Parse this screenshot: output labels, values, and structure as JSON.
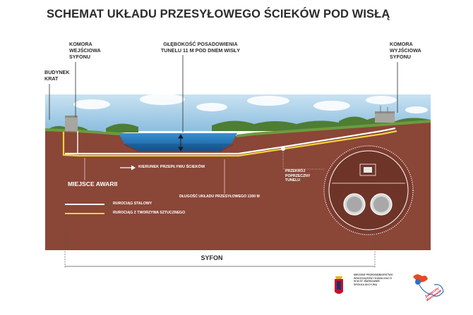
{
  "title": "SCHEMAT UKŁADU PRZESYŁOWEGO ŚCIEKÓW POD WISŁĄ",
  "callouts": {
    "budynek_krat": [
      "BUDYNEK",
      "KRAT"
    ],
    "komora_wejsciowa": [
      "KOMORA",
      "WEJŚCIOWA",
      "SYFONU"
    ],
    "glebokosc": [
      "GŁĘBOKOŚĆ POSADOWIENIA",
      "TUNELU 11 M POD DNEM WISŁY"
    ],
    "komora_wyjsciowa": [
      "KOMORA",
      "WYJŚCIOWA",
      "SYFONU"
    ]
  },
  "labels": {
    "kierunek": "KIERUNEK PRZEPŁYWU ŚCIEKÓW",
    "miejsce_awarii": "MIEJSCE AWARII",
    "dlugosc": "DŁUGOŚĆ UKŁADU PRZESYŁOWEGO 1300 M",
    "przekroj": [
      "PRZEKRÓJ",
      "POPRZECZNY",
      "TUNELU"
    ]
  },
  "legend": [
    {
      "label": "RUROCIĄG STALOWY",
      "color": "#ffffff"
    },
    {
      "label": "RUROCIĄG Z TWORZYWA SZTUCZNEGO",
      "color": "#f2d43a"
    }
  ],
  "syfon": "SYFON",
  "logo_text": [
    "MIEJSKIE PRZEDSIĘBIORSTWO",
    "WODOCIĄGÓW I KANALIZACJI",
    "W M.ST. WARSZAWIE",
    "SPÓŁKA AKCYJNA"
  ],
  "mascot_text": "Zakręcony Warszawiak",
  "colors": {
    "soil": "#8a4637",
    "sky": "#a9cfe8",
    "water": "#1f6fb6",
    "grass": "#5a8a3a",
    "yellow_pipe": "#f2d43a",
    "steel_pipe": "#ffffff"
  }
}
